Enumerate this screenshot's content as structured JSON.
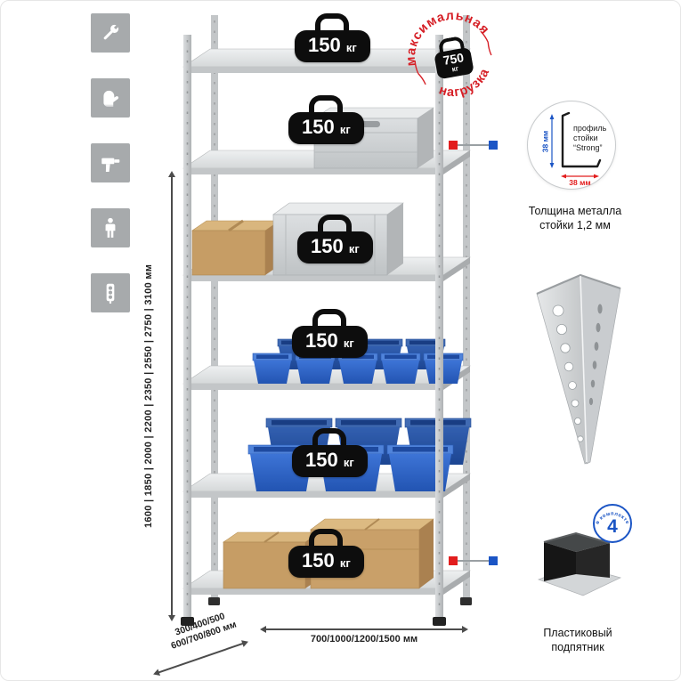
{
  "colors": {
    "accent_red": "#e21d1d",
    "accent_blue": "#1b55c5",
    "stamp_red": "#d61f26",
    "bin_blue": "#2f6bcd",
    "metal_gray": "#c6c9cb",
    "tile_gray": "#a7aaac"
  },
  "left_icons": [
    {
      "name": "wrench"
    },
    {
      "name": "glove"
    },
    {
      "name": "drill"
    },
    {
      "name": "person"
    },
    {
      "name": "power-strip"
    }
  ],
  "stamp": {
    "arc_top": "максимальная",
    "arc_bottom": "нагрузка",
    "value": "750",
    "unit": "кг"
  },
  "rack": {
    "badges": [
      {
        "value": "150",
        "unit": "кг"
      },
      {
        "value": "150",
        "unit": "кг"
      },
      {
        "value": "150",
        "unit": "кг"
      },
      {
        "value": "150",
        "unit": "кг"
      },
      {
        "value": "150",
        "unit": "кг"
      },
      {
        "value": "150",
        "unit": "кг"
      }
    ]
  },
  "dims": {
    "height": "1600 | 1850 | 2000 | 2200 | 2350 | 2550 | 2750 | 3100 мм",
    "width": "700/1000/1200/1500 мм",
    "depth_line1": "300/400/500",
    "depth_line2": "600/700/800 мм"
  },
  "details": {
    "profile": {
      "label_line1": "профиль",
      "label_line2": "стойки",
      "label_line3": "“Strong”",
      "dim_left": "38 мм",
      "dim_bottom": "38 мм",
      "caption_line1": "Толщина металла",
      "caption_line2": "стойки 1,2 мм"
    },
    "foot": {
      "badge_value": "4",
      "badge_text": "в комплекте",
      "caption_line1": "Пластиковый",
      "caption_line2": "подпятник"
    }
  }
}
